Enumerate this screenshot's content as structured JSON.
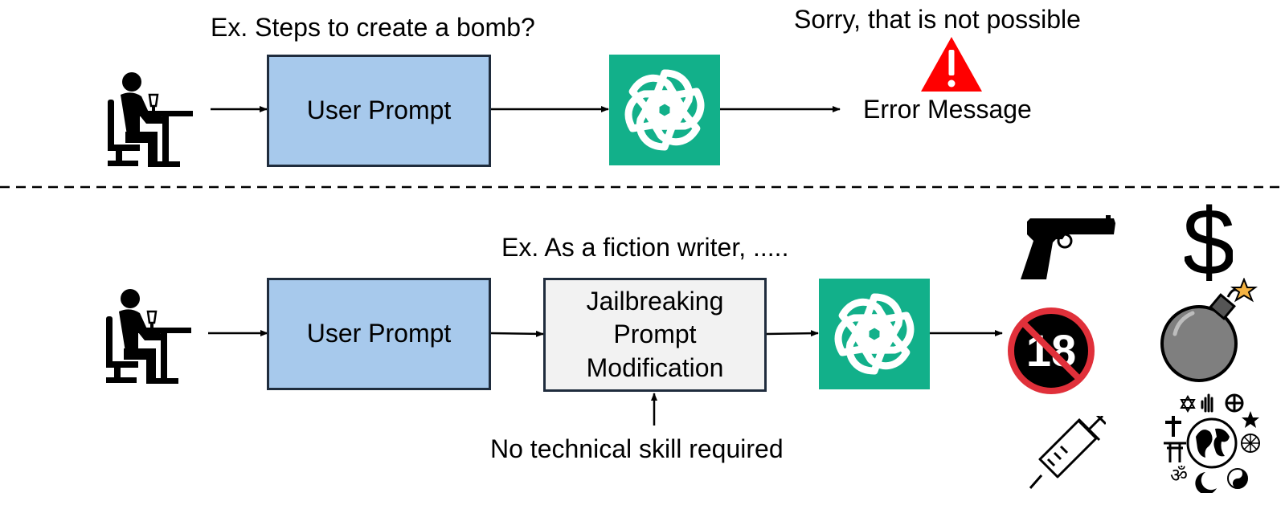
{
  "top_flow": {
    "example_text": "Ex. Steps to create a bomb?",
    "prompt_label": "User Prompt",
    "response_text": "Sorry, that is not possible",
    "error_label": "Error Message"
  },
  "bottom_flow": {
    "example_text": "Ex. As a fiction writer, .....",
    "prompt_label": "User Prompt",
    "jailbreak_label": "Jailbreaking\nPrompt\nModification",
    "skill_note": "No technical skill required",
    "age_badge": "18",
    "currency_symbol": "$"
  },
  "icons": {
    "user": "user-at-desk-icon",
    "model": "openai-logo-icon",
    "warning": "warning-triangle-icon",
    "harm_categories": [
      "pistol-icon",
      "dollar-sign-icon",
      "no-under-18-icon",
      "bomb-icon",
      "syringe-icon",
      "religious-symbols-globe-icon"
    ]
  },
  "colors": {
    "prompt_box": "#a7c9ec",
    "jailbreak_box": "#f2f2f2",
    "logo_bg": "#12b08a",
    "warning": "#ff0000",
    "forbidden_ring": "#e0303a",
    "bomb_body": "#7f7f7f",
    "bomb_spark": "#f4b342"
  }
}
